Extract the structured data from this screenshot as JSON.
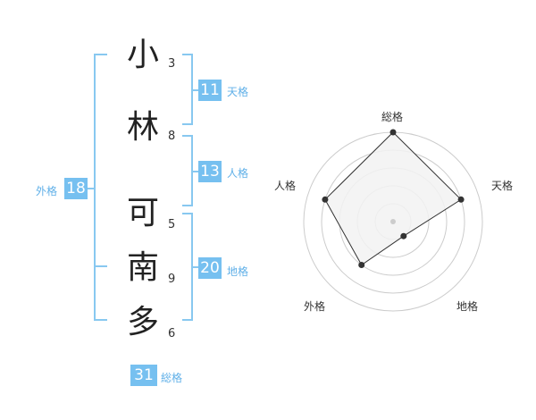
{
  "name": {
    "characters": [
      {
        "char": "小",
        "strokes": "3"
      },
      {
        "char": "林",
        "strokes": "8"
      },
      {
        "char": "可",
        "strokes": "5"
      },
      {
        "char": "南",
        "strokes": "9"
      },
      {
        "char": "多",
        "strokes": "6"
      }
    ]
  },
  "kaku": {
    "tenkaku": {
      "value": "11",
      "label": "天格"
    },
    "jinkaku": {
      "value": "13",
      "label": "人格"
    },
    "chikaku": {
      "value": "20",
      "label": "地格"
    },
    "gaikaku": {
      "value": "18",
      "label": "外格"
    },
    "soukaku": {
      "value": "31",
      "label": "総格"
    }
  },
  "colors": {
    "accent": "#76c0f0",
    "bracket": "#88c8f0",
    "label": "#60b0e8",
    "radar_fill": "#f2f2f2",
    "radar_line": "#333333"
  },
  "chart_data": {
    "type": "radar",
    "axes": [
      "総格",
      "天格",
      "地格",
      "外格",
      "人格"
    ],
    "rings": 5,
    "values": [
      5,
      4,
      1,
      3,
      4
    ],
    "max": 5
  }
}
